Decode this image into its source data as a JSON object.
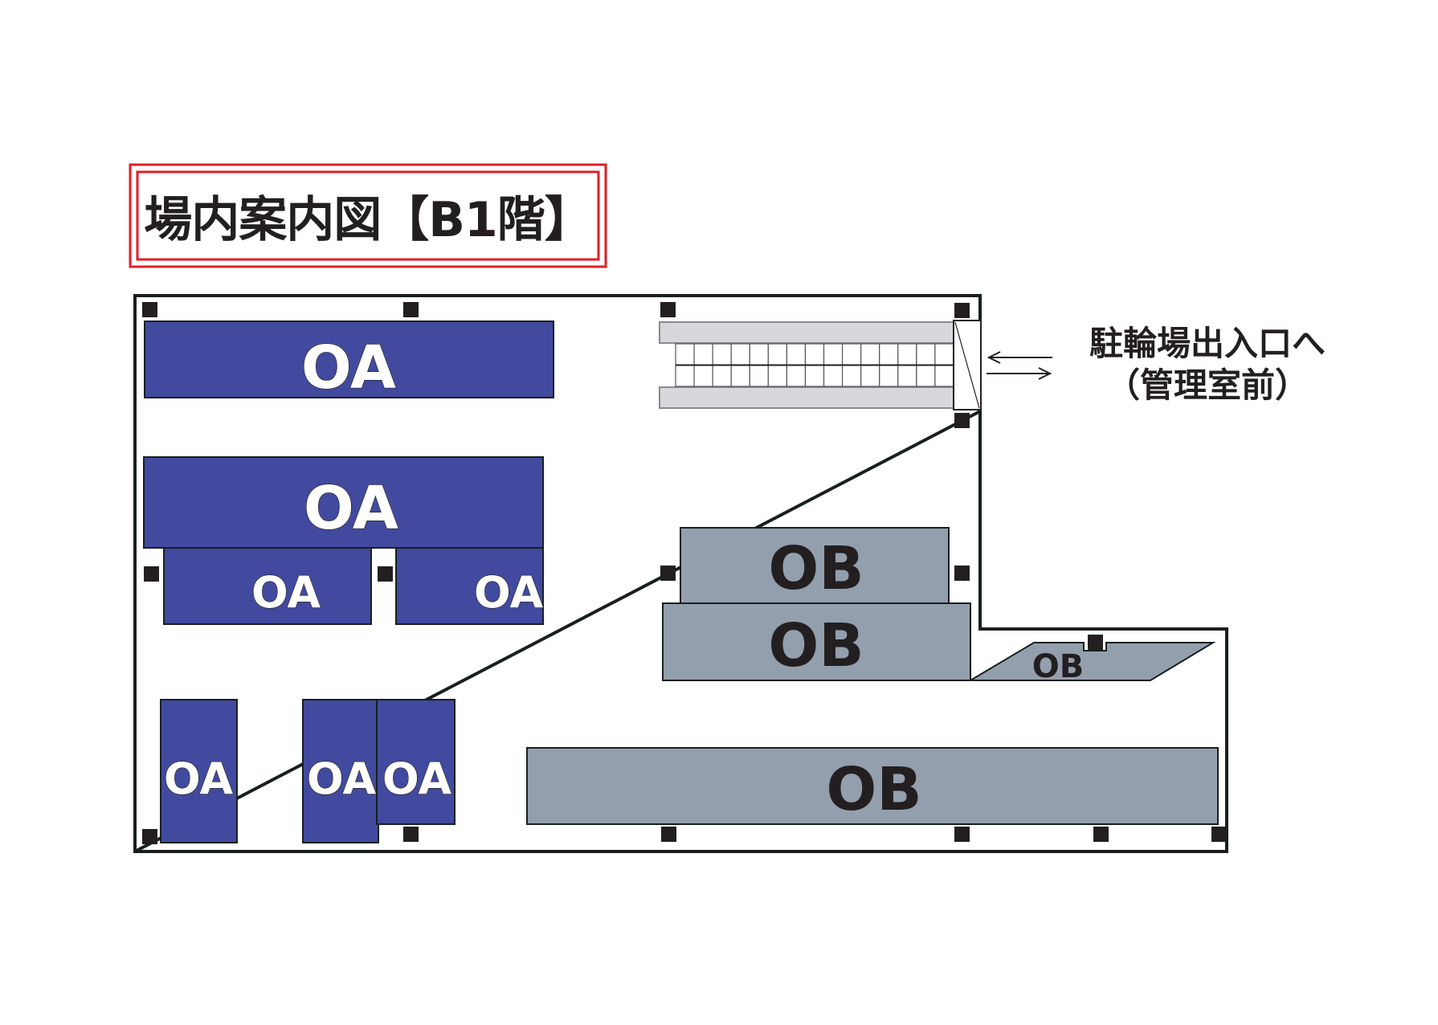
{
  "title": "場内案内図【B1階】",
  "colors": {
    "oa_fill": "#414a9e",
    "ob_fill": "#939fad",
    "outline": "#18201f",
    "title_border": "#e31e26",
    "stair_bar": "#d8d7dc",
    "pillar": "#231f20"
  },
  "destination": {
    "line1": "駐輪場出入口へ",
    "line2": "（管理室前）"
  },
  "arrows": {
    "in": "left-arrow",
    "out": "right-arrow"
  },
  "zones": [
    {
      "id": "oa-1",
      "label": "OA",
      "type": "OA"
    },
    {
      "id": "oa-2",
      "label": "OA",
      "type": "OA"
    },
    {
      "id": "oa-3",
      "label": "OA",
      "type": "OA"
    },
    {
      "id": "oa-4",
      "label": "OA",
      "type": "OA"
    },
    {
      "id": "oa-5",
      "label": "OA",
      "type": "OA"
    },
    {
      "id": "oa-6",
      "label": "OA",
      "type": "OA"
    },
    {
      "id": "oa-7",
      "label": "OA",
      "type": "OA"
    },
    {
      "id": "ob-1",
      "label": "OB",
      "type": "OB"
    },
    {
      "id": "ob-2",
      "label": "OB",
      "type": "OB"
    },
    {
      "id": "ob-3",
      "label": "OB",
      "type": "OB"
    },
    {
      "id": "ob-4",
      "label": "OB",
      "type": "OB"
    }
  ],
  "stairs": {
    "columns": 15,
    "rows": 2
  }
}
